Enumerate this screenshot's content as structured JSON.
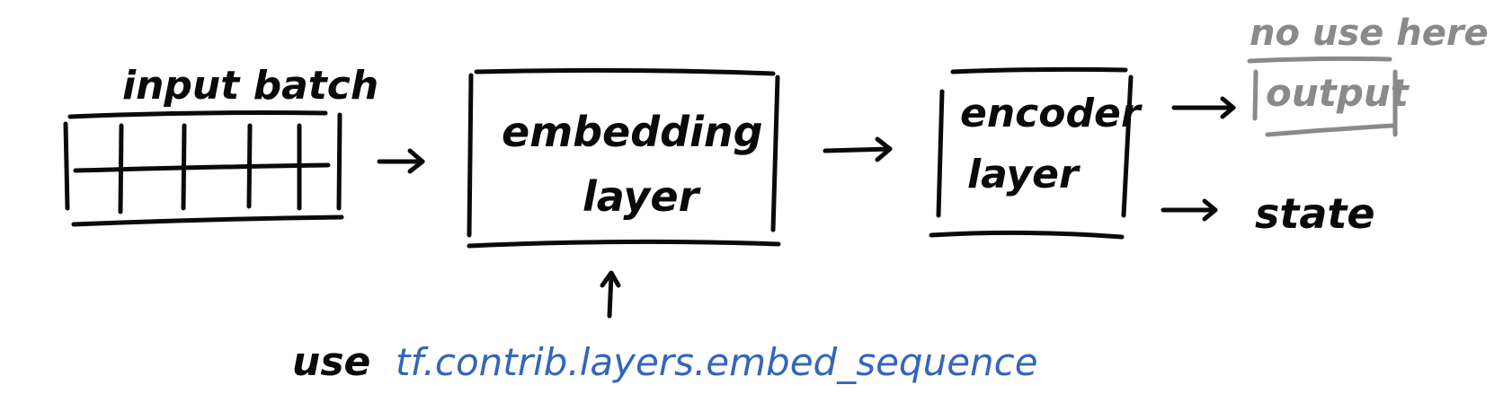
{
  "labels": {
    "input_batch": "input batch",
    "embedding_line1": "embedding",
    "embedding_line2": "layer",
    "encoder_line1": "encoder",
    "encoder_line2": "layer",
    "output": "output",
    "no_use_here": "no use here",
    "state": "state",
    "use": "use",
    "api_call": "tf.contrib.layers.embed_sequence"
  },
  "colors": {
    "ink": "#0a0a0a",
    "gray_note": "#8a8a8a",
    "api_blue": "#3366bb"
  }
}
